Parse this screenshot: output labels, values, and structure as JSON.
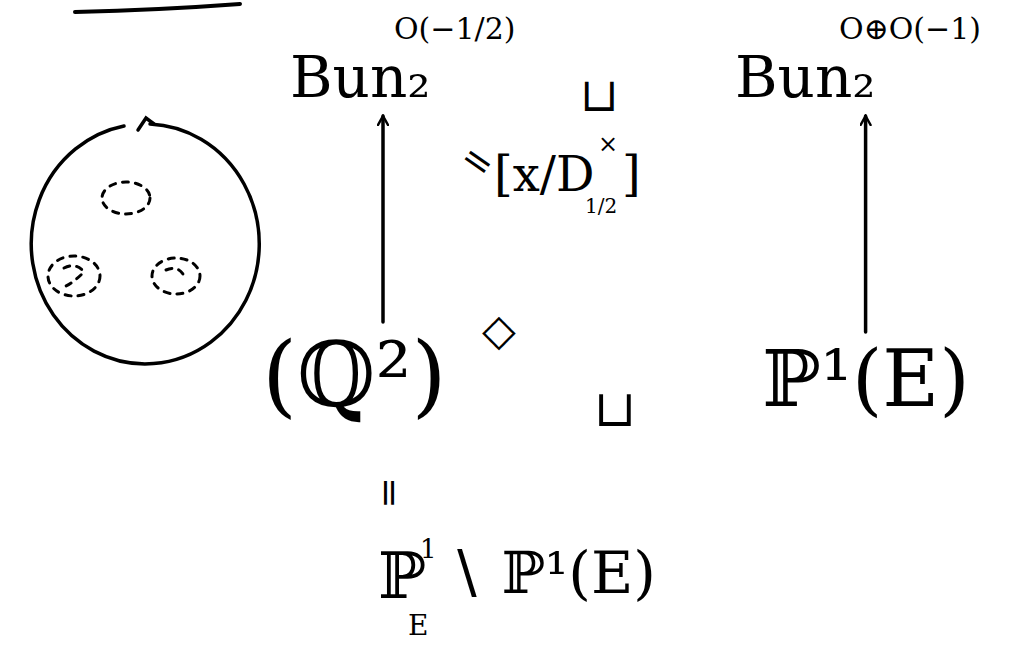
{
  "diagram": {
    "nodes": [
      {
        "text": [
          "Bun₂",
          "O(−1/2)"
        ]
      },
      {
        "text": [
          "Bun₂",
          "O⊕O(−1)"
        ]
      },
      {
        "text": [
          "(ℚ²)",
          "◇"
        ]
      },
      {
        "text": [
          "ℙ¹(E)"
        ]
      }
    ],
    "edges": [
      {
        "from": 2,
        "to": 0,
        "arrow": "to"
      },
      {
        "from": 3,
        "to": 1,
        "arrow": "to"
      }
    ],
    "labels": [
      "⊔",
      "=",
      "[x/D",
      "×",
      "1/2",
      "]",
      "⊔",
      "=",
      "ℙ",
      "1",
      "E",
      "∖ ℙ¹(E)"
    ]
  }
}
